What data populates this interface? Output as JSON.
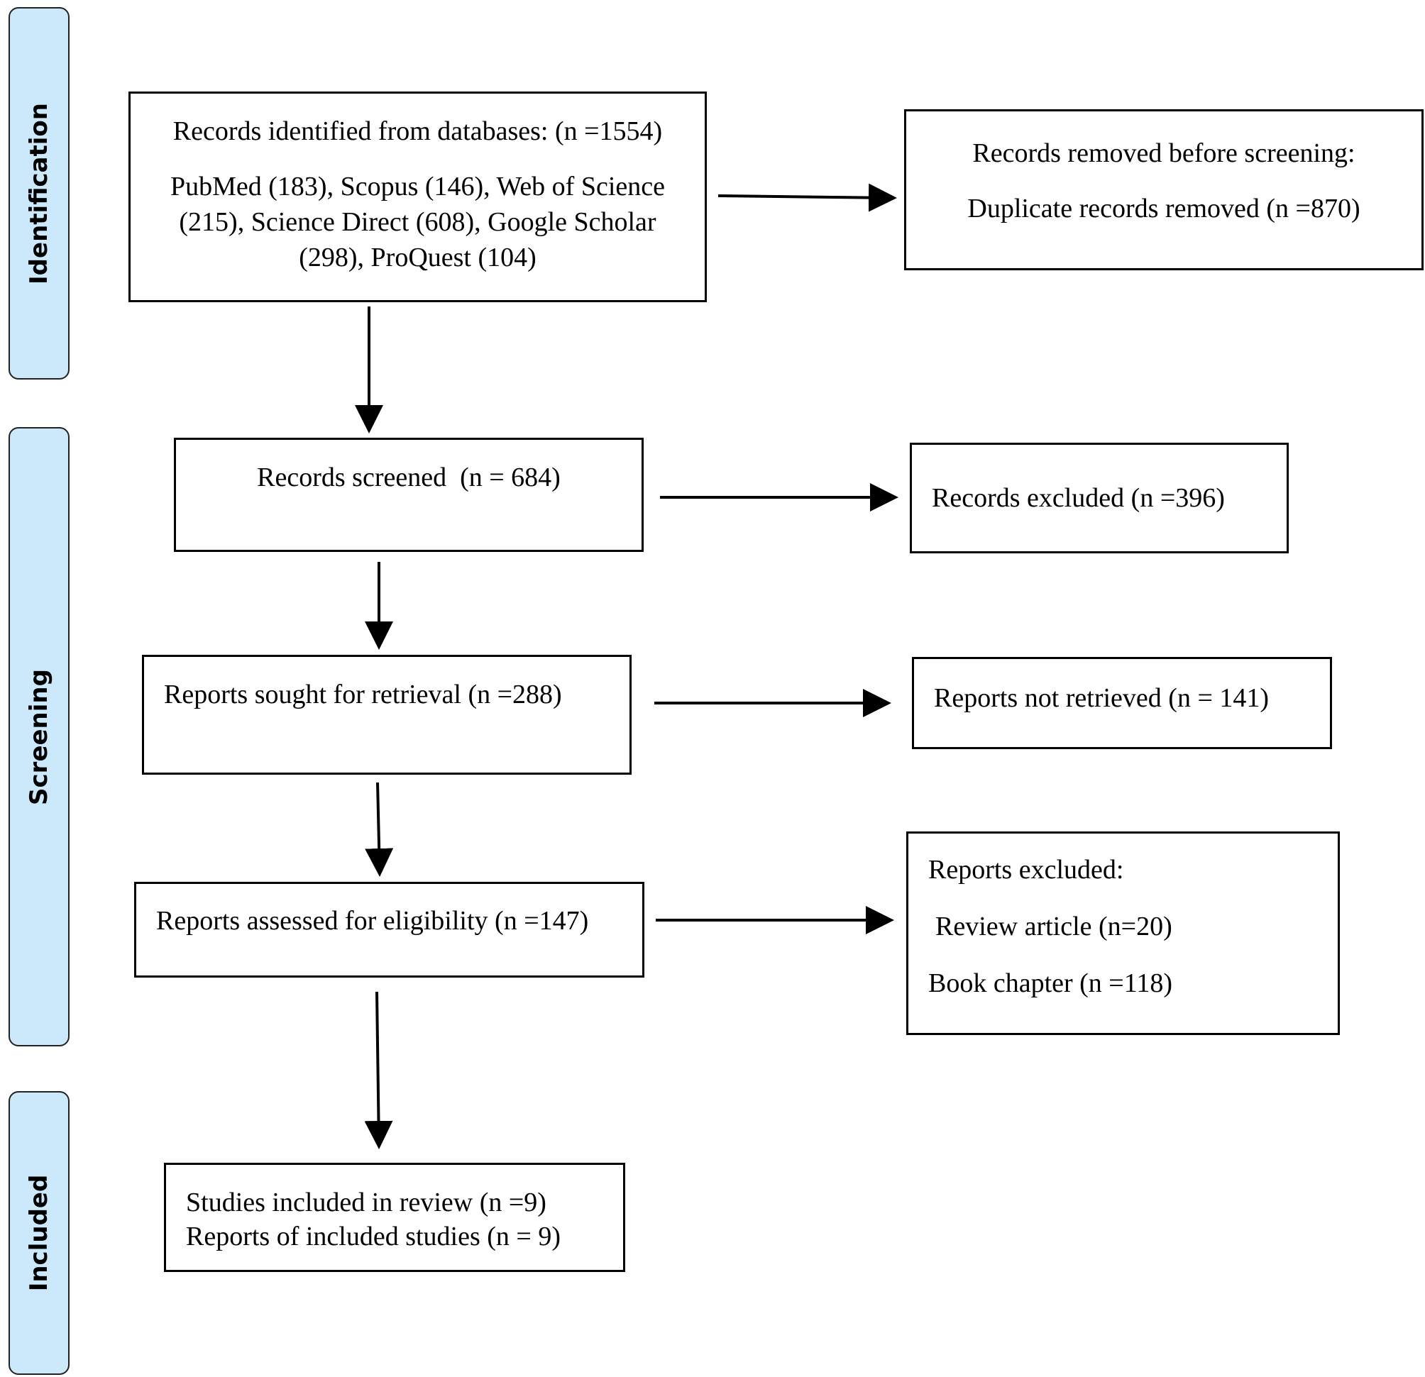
{
  "phases": {
    "identification": "Identification",
    "screening": "Screening",
    "included": "Included"
  },
  "identification": {
    "records_identified": "Records identified from databases: (n =1554)",
    "databases": "PubMed (183), Scopus (146), Web of Science (215), Science Direct (608), Google Scholar (298), ProQuest (104)",
    "removed_heading": "Records removed before screening:",
    "duplicates_removed": "Duplicate records removed (n =870)"
  },
  "screening": {
    "records_screened": "Records screened  (n = 684)",
    "records_excluded": "Records excluded (n =396)",
    "reports_sought": "Reports sought for retrieval (n =288)",
    "reports_not_retrieved": "Reports not retrieved (n = 141)",
    "reports_assessed": "Reports assessed for eligibility (n =147)",
    "reports_excluded_heading": "Reports excluded:",
    "review_article": "Review article (n=20)",
    "book_chapter": "Book chapter (n =118)"
  },
  "included": {
    "studies_included": "Studies included in review (n =9)",
    "reports_included": "Reports of included studies (n = 9)"
  }
}
